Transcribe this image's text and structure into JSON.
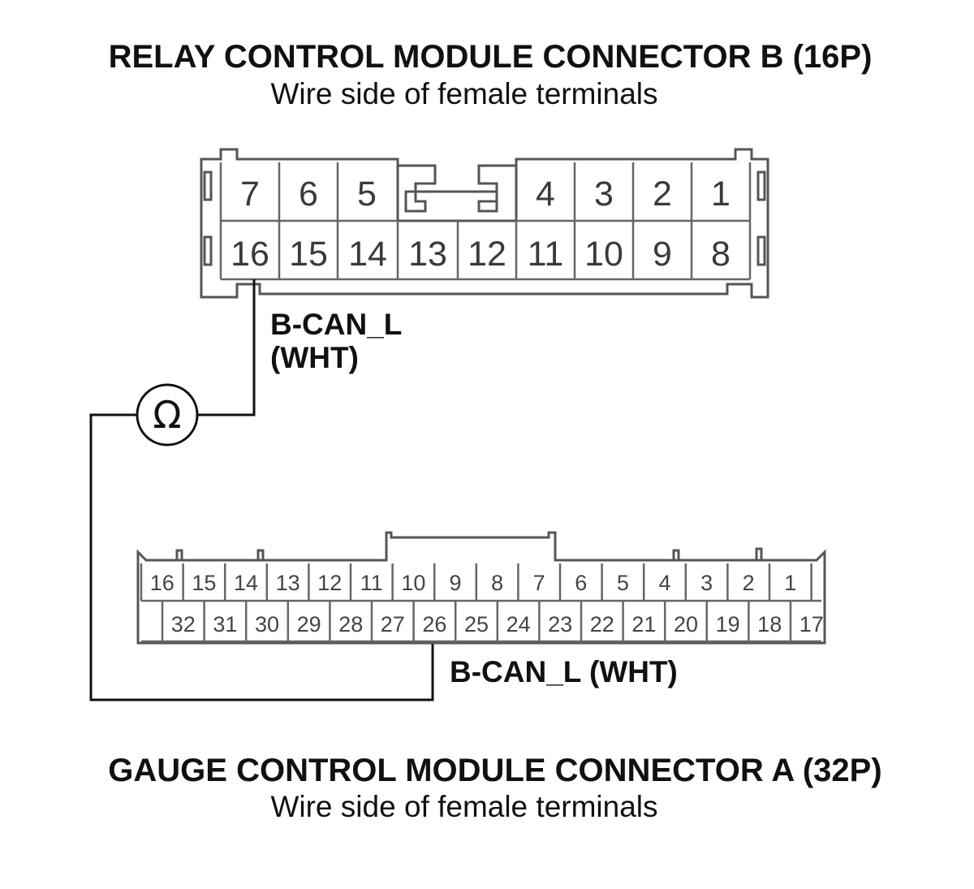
{
  "connector_b": {
    "title": "RELAY CONTROL MODULE CONNECTOR B (16P)",
    "subtitle": "Wire side of female terminals",
    "top_row": [
      "7",
      "6",
      "5",
      "4",
      "3",
      "2",
      "1"
    ],
    "bottom_row": [
      "16",
      "15",
      "14",
      "13",
      "12",
      "11",
      "10",
      "9",
      "8"
    ],
    "wire_label_line1": "B-CAN_L",
    "wire_label_line2": "(WHT)",
    "probe_terminal": "16"
  },
  "connector_a": {
    "title": "GAUGE CONTROL MODULE CONNECTOR A (32P)",
    "subtitle": "Wire side of female terminals",
    "top_row": [
      "16",
      "15",
      "14",
      "13",
      "12",
      "11",
      "10",
      "9",
      "8",
      "7",
      "6",
      "5",
      "4",
      "3",
      "2",
      "1"
    ],
    "bottom_row": [
      "32",
      "31",
      "30",
      "29",
      "28",
      "27",
      "26",
      "25",
      "24",
      "23",
      "22",
      "21",
      "20",
      "19",
      "18",
      "17"
    ],
    "wire_label": "B-CAN_L (WHT)",
    "probe_terminal": "26"
  },
  "meter": {
    "symbol": "Ω",
    "icon": "ohmmeter-icon"
  }
}
